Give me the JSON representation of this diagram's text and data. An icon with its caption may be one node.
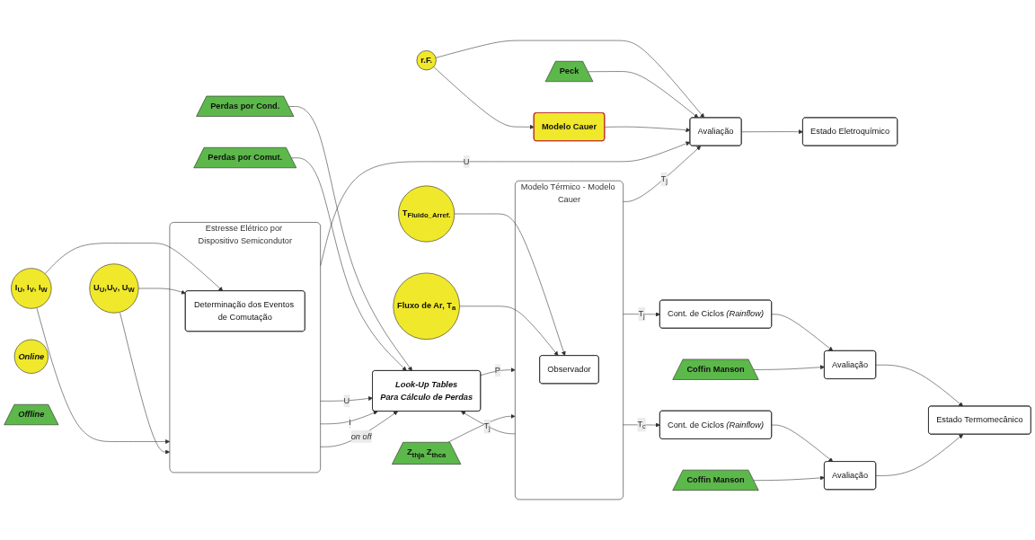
{
  "diagram": {
    "nodes": [
      {
        "text": [
          "Perdas por Cond."
        ]
      },
      {
        "text": [
          "Perdas por Comut."
        ]
      },
      {
        "text": [
          "I$_{U}$, I$_{V}$, I$_{W}$"
        ]
      },
      {
        "text": [
          "U$_{U}$,U$_{V}$, U$_{W}$"
        ]
      },
      {
        "text": [
          "Modelo Cauer"
        ]
      },
      {
        "text": [
          "r.F."
        ]
      },
      {
        "text": [
          "Peck"
        ]
      },
      {
        "text": [
          "Look-Up Tables",
          "Para Cálculo de Perdas"
        ]
      },
      {
        "text": [
          "Estresse Elétrico por Dispositivo Semicondutor"
        ]
      },
      {
        "text": [
          "Determinação dos Eventos de Comutação"
        ],
        "in": 8
      },
      {
        "text": [
          "Avaliação"
        ]
      },
      {
        "text": [
          "Estado Eletroquímico"
        ]
      },
      {
        "text": [
          "Modelo Térmico - Modelo Cauer"
        ]
      },
      {
        "text": [
          "Observador"
        ],
        "in": 12
      },
      {
        "text": [
          "Coffin Manson"
        ]
      },
      {
        "text": [
          "Cont. de Ciclos *(Rainflow)*"
        ]
      },
      {
        "text": [
          "Avaliação"
        ]
      },
      {
        "text": [
          "Estado Termomecânico"
        ]
      },
      {
        "text": [
          "Cont. de Ciclos *(Rainflow)*"
        ]
      },
      {
        "text": [
          "Avaliação"
        ]
      },
      {
        "text": [
          "Coffin Manson"
        ]
      },
      {
        "text": [
          "T$_{Fluido_Arref.}$"
        ]
      },
      {
        "text": [
          "Fluxo de Ar, T$_{a}$"
        ]
      },
      {
        "text": [
          "Z$_{thja}$ Z$_{thca}$"
        ]
      },
      {
        "text": [
          "Online"
        ]
      },
      {
        "text": [
          "Offline"
        ]
      }
    ],
    "edges": [
      {
        "from": 0,
        "to": 7,
        "arrow": "to"
      },
      {
        "from": 1,
        "to": 7,
        "arrow": "to"
      },
      {
        "from": 2,
        "to": 8,
        "arrow": "to"
      },
      {
        "from": 2,
        "to": 9,
        "arrow": "to"
      },
      {
        "from": 3,
        "to": 9,
        "arrow": "to"
      },
      {
        "from": 3,
        "to": 8,
        "arrow": "to"
      },
      {
        "from": 8,
        "to": 7,
        "arrow": "to",
        "label": "U"
      },
      {
        "from": 8,
        "to": 7,
        "arrow": "to",
        "label": "I"
      },
      {
        "from": 8,
        "to": 7,
        "arrow": "to",
        "label": "*on off*"
      },
      {
        "from": 8,
        "to": 10,
        "arrow": "to",
        "label": "U"
      },
      {
        "from": 5,
        "to": 4,
        "arrow": "to"
      },
      {
        "from": 5,
        "to": 10,
        "arrow": "to"
      },
      {
        "from": 6,
        "to": 10,
        "arrow": "to"
      },
      {
        "from": 4,
        "to": 10,
        "arrow": "to"
      },
      {
        "from": 12,
        "to": 10,
        "arrow": "to",
        "label": "T$_{j}$"
      },
      {
        "from": 10,
        "to": 11,
        "arrow": "to"
      },
      {
        "from": 12,
        "to": 7,
        "arrow": "to",
        "label": "T$_{j}$"
      },
      {
        "from": 7,
        "to": 12,
        "arrow": "to",
        "label": "P"
      },
      {
        "from": 12,
        "to": 15,
        "arrow": "to",
        "label": "T$_{j}$"
      },
      {
        "from": 12,
        "to": 18,
        "arrow": "to",
        "label": "T$_{c}$"
      },
      {
        "from": 15,
        "to": 16,
        "arrow": "to"
      },
      {
        "from": 14,
        "to": 16,
        "arrow": "to"
      },
      {
        "from": 16,
        "to": 17,
        "arrow": "to"
      },
      {
        "from": 18,
        "to": 19,
        "arrow": "to"
      },
      {
        "from": 20,
        "to": 19,
        "arrow": "to"
      },
      {
        "from": 19,
        "to": 17,
        "arrow": "to"
      },
      {
        "from": 21,
        "to": 13,
        "arrow": "to"
      },
      {
        "from": 22,
        "to": 13,
        "arrow": "to"
      },
      {
        "from": 23,
        "to": 12,
        "arrow": "to"
      }
    ]
  }
}
